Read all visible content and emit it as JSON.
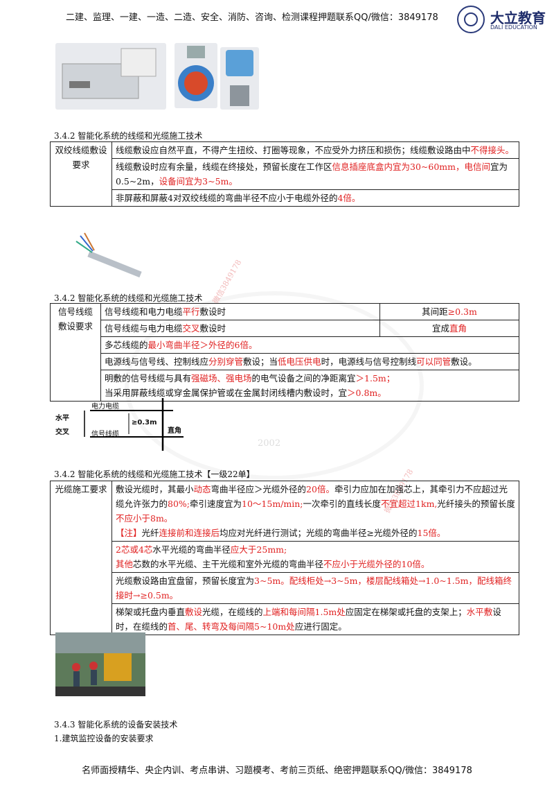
{
  "header": {
    "title": "二建、监理、一建、一造、二造、安全、消防、咨询、检测课程押题联系QQ/微信：3849178",
    "logo_cn": "大立教育",
    "logo_en": "DALI EDUCATION"
  },
  "footer": "名师面授精华、央企内训、考点串讲、习题模考、考前三页纸、绝密押题联系QQ/微信：3849178",
  "watermark": {
    "year": "2002",
    "text": "微信3849178"
  },
  "sections": [
    {
      "title": "3.4.2 智能化系统的线缆和光缆施工技术",
      "label": "双绞线缆敷设要求",
      "rows": [
        [
          "线缆敷设应自然平直，不得产生扭绞、打圈等现象，不应受外力挤压和损伤；线缆敷设路由中",
          "不得接头。"
        ],
        [
          "线缆敷设时应有余量，线缆在终接处，预留长度在工作区",
          "信息插座底盒内宜为30~60mm，电信间",
          "宜为0.5~2m，",
          "设备间宜为3~5m。"
        ],
        [
          "非屏蔽和屏蔽4对双绞线缆的弯曲半径不应小于电缆外径的",
          "4倍。"
        ]
      ]
    },
    {
      "title": "3.4.2 智能化系统的线缆和光缆施工技术",
      "label": "信号线缆敷设要求",
      "rows": [
        [
          "信号线缆和电力电缆",
          "平行",
          "敷设时",
          "其间距",
          "≥0.3m"
        ],
        [
          "信号线缆与电力电缆",
          "交叉",
          "敷设时",
          "宜成",
          "直角"
        ],
        [
          "多芯线缆的",
          "最小弯曲半径＞外径的6倍。"
        ],
        [
          "电源线与信号线、控制线应",
          "分别穿管",
          "敷设；当",
          "低电压供电",
          "时，电源线与信号控制线",
          "可以同管",
          "敷设。"
        ],
        [
          "明敷的信号线缆与具有",
          "强磁场、强电场",
          "的电气设备之间的净距离宜",
          "＞1.5m；",
          "当采用屏蔽线缆或穿金属保护管或在金属封闭线槽内敷设时，宜",
          "＞0.8m。"
        ]
      ]
    },
    {
      "title": "3.4.2 智能化系统的线缆和光缆施工技术【一级22单】",
      "label": "光缆施工要求",
      "rows": [
        [
          "敷设光缆时，其最小",
          "动态",
          "弯曲半径应＞光缆外径的",
          "20倍。",
          "牵引力应加在加强芯上，其牵引力不应超过光缆允许张力的",
          "80%;",
          "牵引速度宜为",
          "10～15m/min;",
          "一次牵引的直线长度",
          "不宜超过1km,",
          "光纤接头的预留长度",
          "不应小于8m。",
          "【注】",
          "光纤",
          "连接前和连接后",
          "均应对光纤进行测试；光缆的弯曲半径≥光缆外径的",
          "15倍。"
        ],
        [
          "2芯或4芯",
          "水平光缆的弯曲半径",
          "应大于25mm;",
          "其他",
          "芯数的水平光缆、主干光缆和室外光缆的弯曲半径",
          "不应小于光缆外径的10倍。"
        ],
        [
          "光缆敷设路由宜盘留，预留长度宜为",
          "3~5m。配线柜处→3~5m，楼层配线箱处→1.0~1.5m，配线箱终接时→≥0.5m。"
        ],
        [
          "梯架或托盘内垂直",
          "敷设",
          "光缆，在缆线的",
          "上端和每间隔1.5m处",
          "应固定在梯架或托盘的支架上；",
          "水平敷",
          "设时，在缆线的",
          "首、尾、转弯及每间隔5~10m处",
          "应进行固定。"
        ]
      ]
    },
    {
      "title": "3.4.3 智能化系统的设备安装技术",
      "sub": "1.建筑监控设备的安装要求"
    }
  ],
  "diagram": {
    "left_top": "水平",
    "left_bottom": "交叉",
    "power": "电力电缆",
    "signal": "信号线缆",
    "gap": "≥0.3m",
    "angle": "直角"
  }
}
